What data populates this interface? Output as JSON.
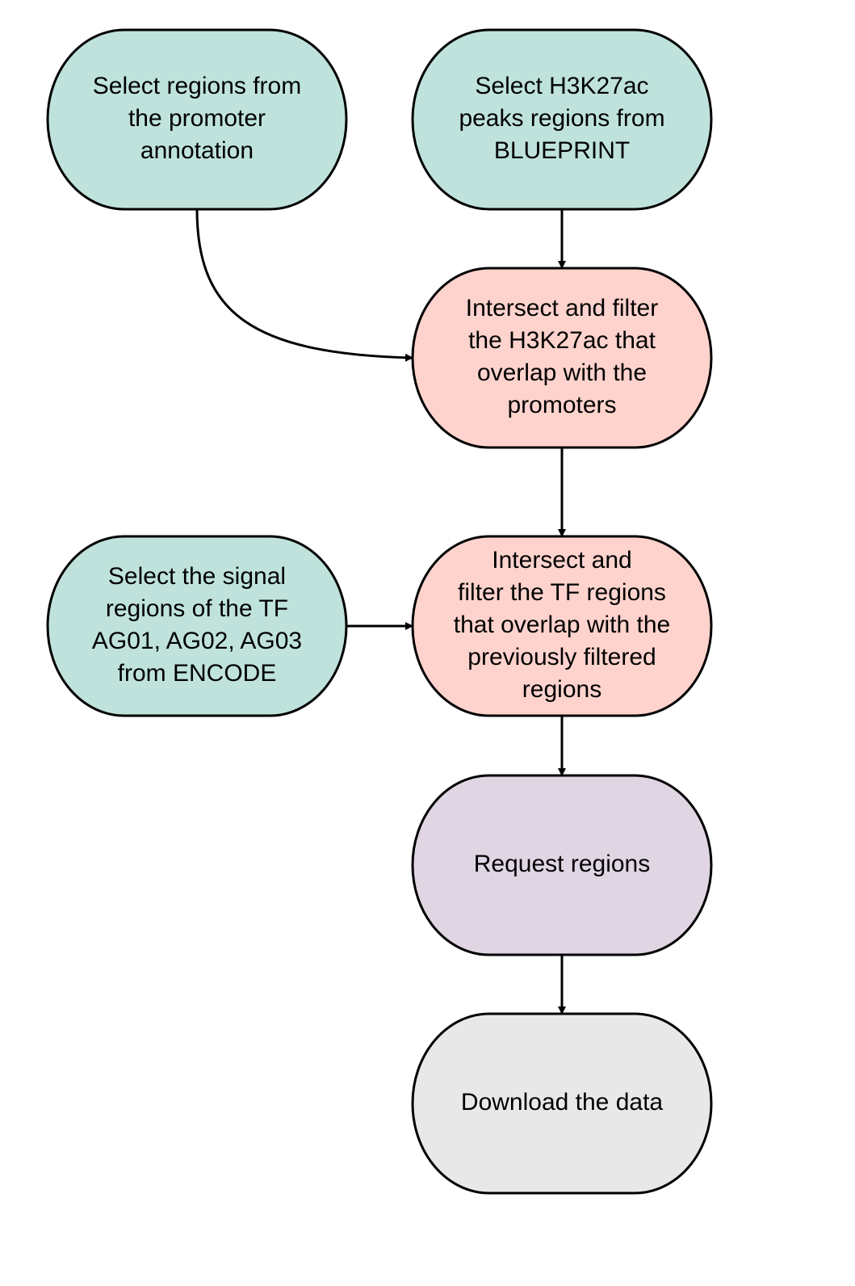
{
  "colors": {
    "source": "#bfe3dc",
    "operation": "#ffd3cd",
    "request": "#e0d5e3",
    "download": "#e8e8e8",
    "stroke": "#000000"
  },
  "nodes": [
    {
      "id": "promoter",
      "kind": "source",
      "lines": [
        "Select regions from",
        "the promoter",
        "annotation"
      ]
    },
    {
      "id": "h3k27ac",
      "kind": "source",
      "lines": [
        "Select H3K27ac",
        "peaks regions from",
        "BLUEPRINT"
      ]
    },
    {
      "id": "intersect1",
      "kind": "operation",
      "lines": [
        "Intersect and filter",
        "the H3K27ac that",
        "overlap with the",
        "promoters"
      ]
    },
    {
      "id": "tf",
      "kind": "source",
      "lines": [
        "Select the signal",
        "regions of the TF",
        "AG01, AG02, AG03",
        "from ENCODE"
      ]
    },
    {
      "id": "intersect2",
      "kind": "operation",
      "lines": [
        "Intersect and",
        "filter the TF regions",
        "that overlap with the",
        "previously filtered",
        "regions"
      ]
    },
    {
      "id": "request",
      "kind": "request",
      "lines": [
        "Request regions"
      ]
    },
    {
      "id": "download",
      "kind": "download",
      "lines": [
        "Download the data"
      ]
    }
  ],
  "edges": [
    {
      "from": "promoter",
      "to": "intersect1"
    },
    {
      "from": "h3k27ac",
      "to": "intersect1"
    },
    {
      "from": "intersect1",
      "to": "intersect2"
    },
    {
      "from": "tf",
      "to": "intersect2"
    },
    {
      "from": "intersect2",
      "to": "request"
    },
    {
      "from": "request",
      "to": "download"
    }
  ]
}
